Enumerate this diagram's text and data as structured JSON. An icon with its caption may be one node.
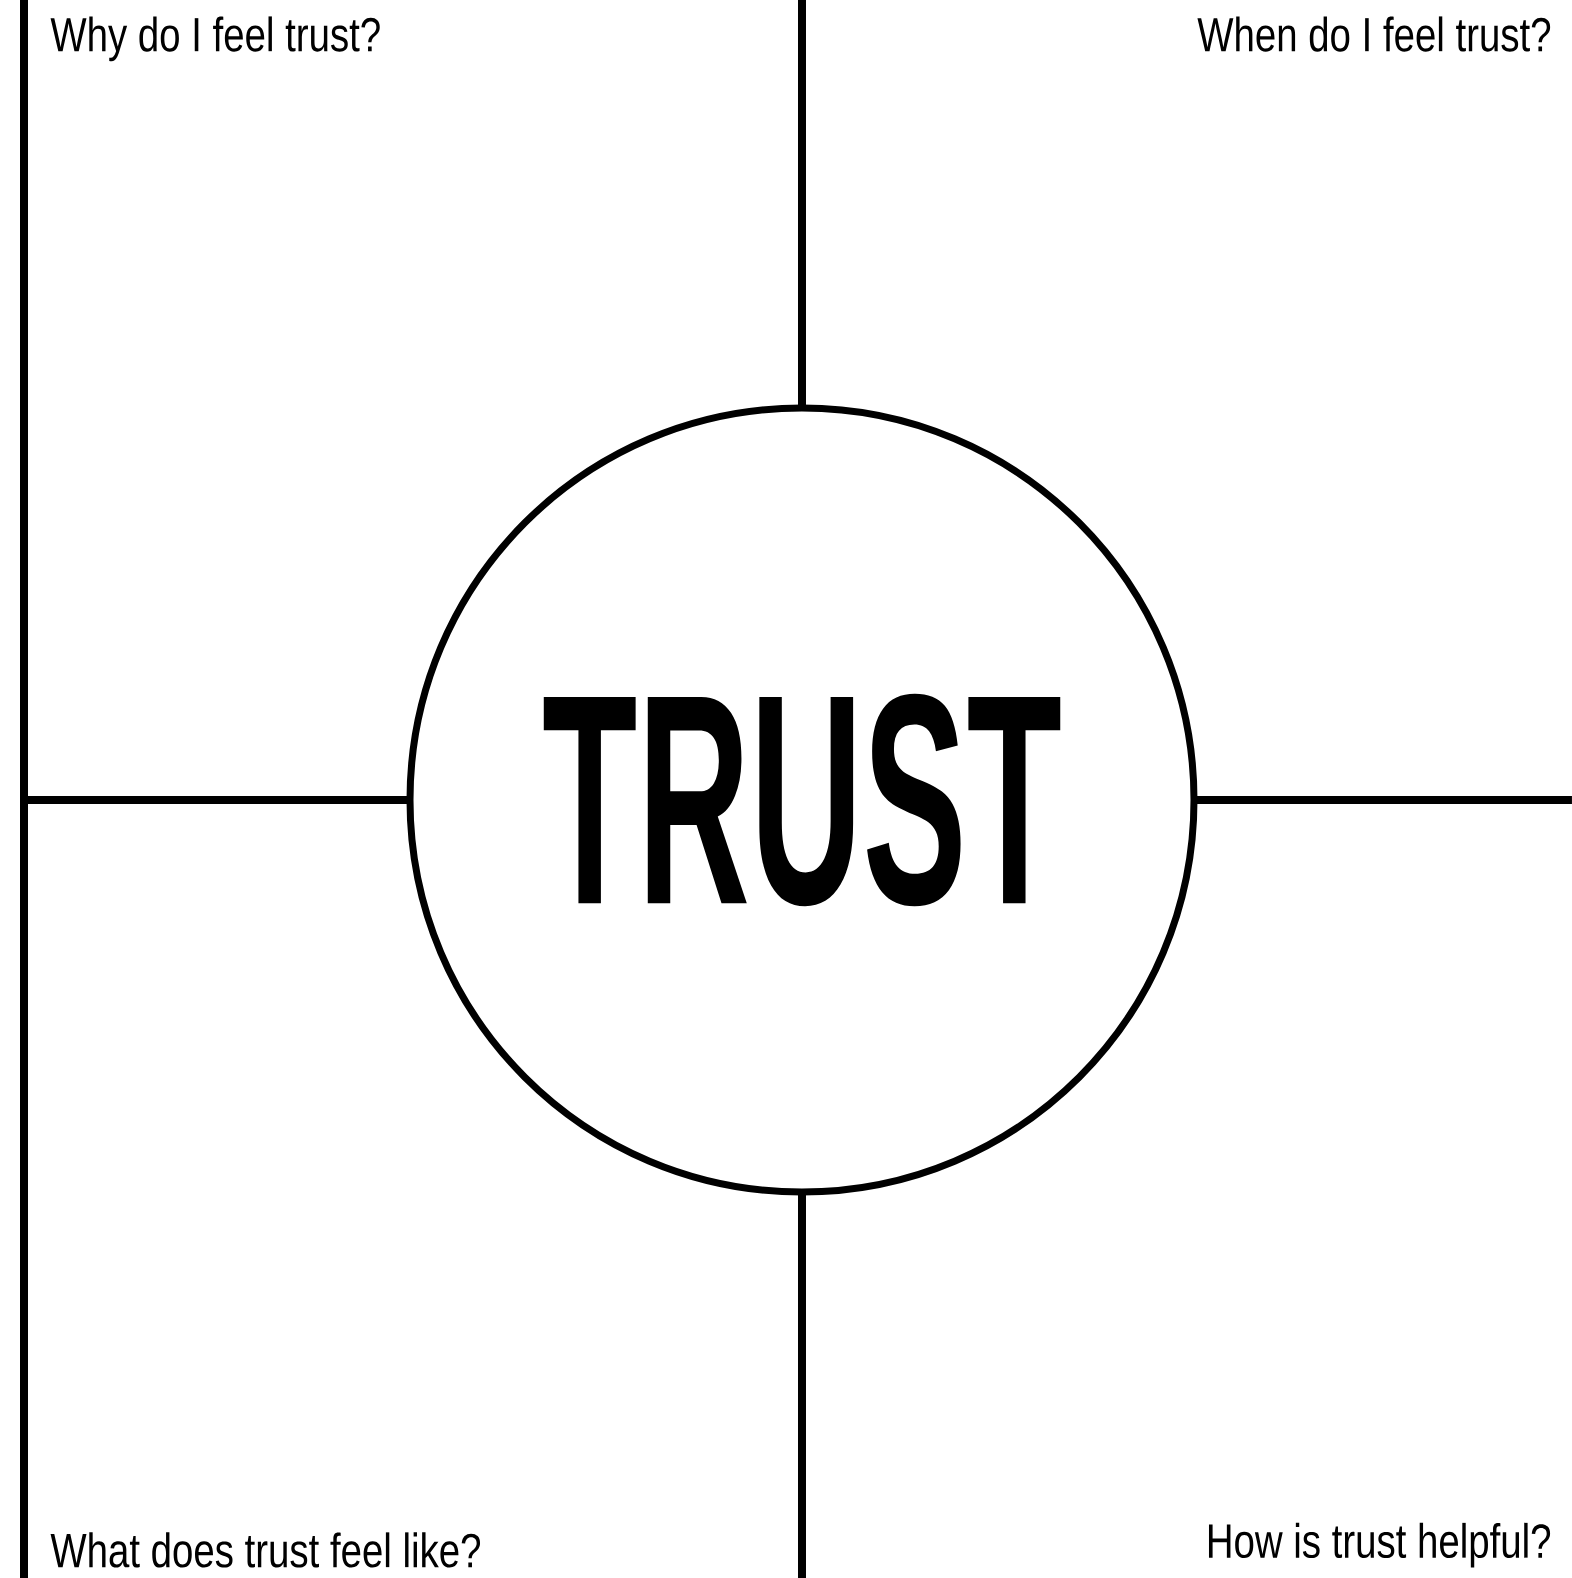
{
  "diagram": {
    "nodes": [
      {
        "text": [
          "TRUST"
        ]
      }
    ],
    "labels": [
      "Why do I feel trust?",
      "When do I feel trust?",
      "What does trust feel like?",
      "How is trust helpful?"
    ]
  }
}
